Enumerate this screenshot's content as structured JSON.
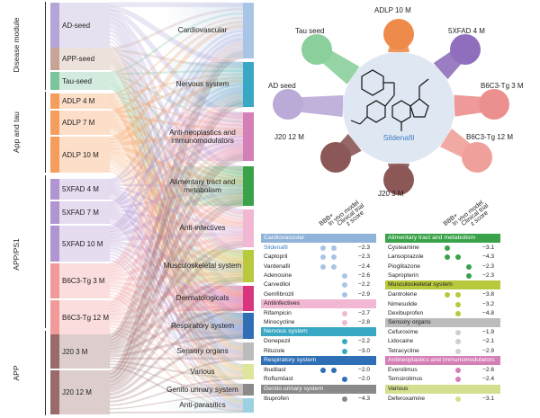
{
  "colors": {
    "ad": "#a79cc7",
    "app_seed": "#c5a59b",
    "tau_seed": "#7dbe92",
    "adlp": "#f0904e",
    "fivex": "#a98bc9",
    "b6c3": "#ee8e8e",
    "j20": "#8a5f5f"
  },
  "groups": [
    {
      "label": "Disease module"
    },
    {
      "label": "App and tau"
    },
    {
      "label": "APP/PS1"
    },
    {
      "label": "APP"
    }
  ],
  "left_nodes": [
    {
      "label": "AD-seed",
      "color": "#b3a6d6"
    },
    {
      "label": "APP-seed",
      "color": "#c9a496"
    },
    {
      "label": "Tau-seed",
      "color": "#7cc49b"
    },
    {
      "label": "ADLP 4 M",
      "color": "#f59d5c"
    },
    {
      "label": "ADLP 7 M",
      "color": "#f59d5c"
    },
    {
      "label": "ADLP 10 M",
      "color": "#f59d5c"
    },
    {
      "label": "5XFAD 4 M",
      "color": "#b095d1"
    },
    {
      "label": "5XFAD 7 M",
      "color": "#b095d1"
    },
    {
      "label": "5XFAD 10 M",
      "color": "#b095d1"
    },
    {
      "label": "B6C3-Tg 3 M",
      "color": "#f29a9a"
    },
    {
      "label": "B6C3-Tg 12 M",
      "color": "#f29a9a"
    },
    {
      "label": "J20 3 M",
      "color": "#9a6a6a"
    },
    {
      "label": "J20 12 M",
      "color": "#9a6a6a"
    }
  ],
  "right_nodes": [
    {
      "label": "Cardiovascular",
      "color": "#a9c5e6"
    },
    {
      "label": "Nervous system",
      "color": "#39a8c4"
    },
    {
      "label": "Anti-neoplastics and immunomodulators",
      "color": "#d47fb6"
    },
    {
      "label": "Alimentary tract and metabolism",
      "color": "#3aa34a"
    },
    {
      "label": "Anti-infectives",
      "color": "#f2b7d2"
    },
    {
      "label": "Musculoskeletal system",
      "color": "#b8c93d"
    },
    {
      "label": "Dermatologicals",
      "color": "#d9357f"
    },
    {
      "label": "Respiratory system",
      "color": "#2f6fb6"
    },
    {
      "label": "Sensory organs",
      "color": "#bcbcbc"
    },
    {
      "label": "Various",
      "color": "#dde69a"
    },
    {
      "label": "Genito urinary system",
      "color": "#8a8a8a"
    },
    {
      "label": "Anti-parasitics",
      "color": "#9bd1e0"
    }
  ],
  "hub": {
    "center_label": "Sildenafil",
    "spokes": [
      {
        "label": "ADLP 10 M",
        "color": "#ee8a4a"
      },
      {
        "label": "5XFAD 4 M",
        "color": "#8f6fbd"
      },
      {
        "label": "B6C3-Tg 3 M",
        "color": "#ec8f8f"
      },
      {
        "label": "B6C3-Tg 12 M",
        "color": "#f0a09a"
      },
      {
        "label": "J20 3 M",
        "color": "#8b5757"
      },
      {
        "label": "J20 12 M",
        "color": "#8b5757"
      },
      {
        "label": "AD seed",
        "color": "#b9aad7"
      },
      {
        "label": "Tau seed",
        "color": "#8bcf9c"
      }
    ]
  },
  "table_columns": [
    "BBB+",
    "In vivo model",
    "Clinical trial",
    "z score"
  ],
  "table_left": [
    {
      "header": "Cardiovascular",
      "color": "#8fb3d9",
      "rows": [
        {
          "name": "Sildenafil",
          "z": "−2.3",
          "dots": [
            "#a9c5e6",
            "#a9c5e6",
            "",
            ""
          ],
          "highlight": true
        },
        {
          "name": "Captopril",
          "z": "−2.3",
          "dots": [
            "#a9c5e6",
            "#a9c5e6",
            "",
            ""
          ]
        },
        {
          "name": "Vardenafil",
          "z": "−2.4",
          "dots": [
            "#a9c5e6",
            "#a9c5e6",
            "",
            ""
          ]
        },
        {
          "name": "Adenosine",
          "z": "−2.6",
          "dots": [
            "",
            "",
            "#a9c5e6",
            ""
          ]
        },
        {
          "name": "Carvedilol",
          "z": "−2.2",
          "dots": [
            "",
            "",
            "#a9c5e6",
            ""
          ]
        },
        {
          "name": "Gemfibrozil",
          "z": "−2.9",
          "dots": [
            "",
            "",
            "#a9c5e6",
            ""
          ]
        }
      ]
    },
    {
      "header": "Antiinfectives",
      "color": "#f2b7d2",
      "rows": [
        {
          "name": "Rifampicin",
          "z": "−2.7",
          "dots": [
            "",
            "",
            "#f2b7d2",
            ""
          ]
        },
        {
          "name": "Minocycline",
          "z": "−2.8",
          "dots": [
            "",
            "",
            "#f2b7d2",
            ""
          ]
        }
      ]
    },
    {
      "header": "Nervous system",
      "color": "#39a8c4",
      "rows": [
        {
          "name": "Donepezil",
          "z": "−2.2",
          "dots": [
            "",
            "",
            "#39a8c4",
            ""
          ]
        },
        {
          "name": "Riluzole",
          "z": "−3.0",
          "dots": [
            "",
            "",
            "#39a8c4",
            ""
          ]
        }
      ]
    },
    {
      "header": "Respiratory system",
      "color": "#2f6fb6",
      "rows": [
        {
          "name": "Ibudilast",
          "z": "−2.0",
          "dots": [
            "#2f6fb6",
            "#2f6fb6",
            "",
            ""
          ]
        },
        {
          "name": "Roflumilast",
          "z": "−2.0",
          "dots": [
            "",
            "",
            "#2f6fb6",
            ""
          ]
        }
      ]
    },
    {
      "header": "Genito urinary system",
      "color": "#8a8a8a",
      "rows": [
        {
          "name": "Ibuprofen",
          "z": "−4.3",
          "dots": [
            "",
            "",
            "#8a8a8a",
            ""
          ]
        }
      ]
    }
  ],
  "table_right": [
    {
      "header": "Alimentary tract and metabolism",
      "color": "#3aa34a",
      "rows": [
        {
          "name": "Cysteamine",
          "z": "−3.1",
          "dots": [
            "#3aa34a",
            "",
            "",
            ""
          ]
        },
        {
          "name": "Lansoprazole",
          "z": "−4.3",
          "dots": [
            "#3aa34a",
            "#3aa34a",
            "",
            ""
          ]
        },
        {
          "name": "Pioglitazone",
          "z": "−2.3",
          "dots": [
            "",
            "",
            "#3aa34a",
            ""
          ]
        },
        {
          "name": "Sapropterin",
          "z": "−2.3",
          "dots": [
            "",
            "",
            "#3aa34a",
            ""
          ]
        }
      ]
    },
    {
      "header": "Musculoskeletal system",
      "color": "#b8c93d",
      "rows": [
        {
          "name": "Dantrolene",
          "z": "−3.8",
          "dots": [
            "#b8c93d",
            "#b8c93d",
            "",
            ""
          ]
        },
        {
          "name": "Nimesulide",
          "z": "−3.2",
          "dots": [
            "",
            "#b8c93d",
            "",
            ""
          ]
        },
        {
          "name": "Dexibuprofen",
          "z": "−4.8",
          "dots": [
            "",
            "#b8c93d",
            "",
            ""
          ]
        }
      ]
    },
    {
      "header": "Sensory organs",
      "color": "#bcbcbc",
      "rows": [
        {
          "name": "Cefuroxime",
          "z": "−1.9",
          "dots": [
            "",
            "#cfcfcf",
            "",
            ""
          ]
        },
        {
          "name": "Lidocaine",
          "z": "−2.1",
          "dots": [
            "",
            "#cfcfcf",
            "",
            ""
          ]
        },
        {
          "name": "Tetracycline",
          "z": "−2.9",
          "dots": [
            "",
            "#cfcfcf",
            "",
            ""
          ]
        }
      ]
    },
    {
      "header": "Antineoplastics and immunomodulators",
      "color": "#d47fb6",
      "rows": [
        {
          "name": "Everolimus",
          "z": "−2.6",
          "dots": [
            "",
            "#d47fb6",
            "",
            ""
          ]
        },
        {
          "name": "Temsirolimus",
          "z": "−2.4",
          "dots": [
            "",
            "#d47fb6",
            "",
            ""
          ]
        }
      ]
    },
    {
      "header": "Various",
      "color": "#d6df8f",
      "rows": [
        {
          "name": "Deferoxamine",
          "z": "−3.1",
          "dots": [
            "",
            "#d6df8f",
            "",
            ""
          ]
        }
      ]
    }
  ]
}
